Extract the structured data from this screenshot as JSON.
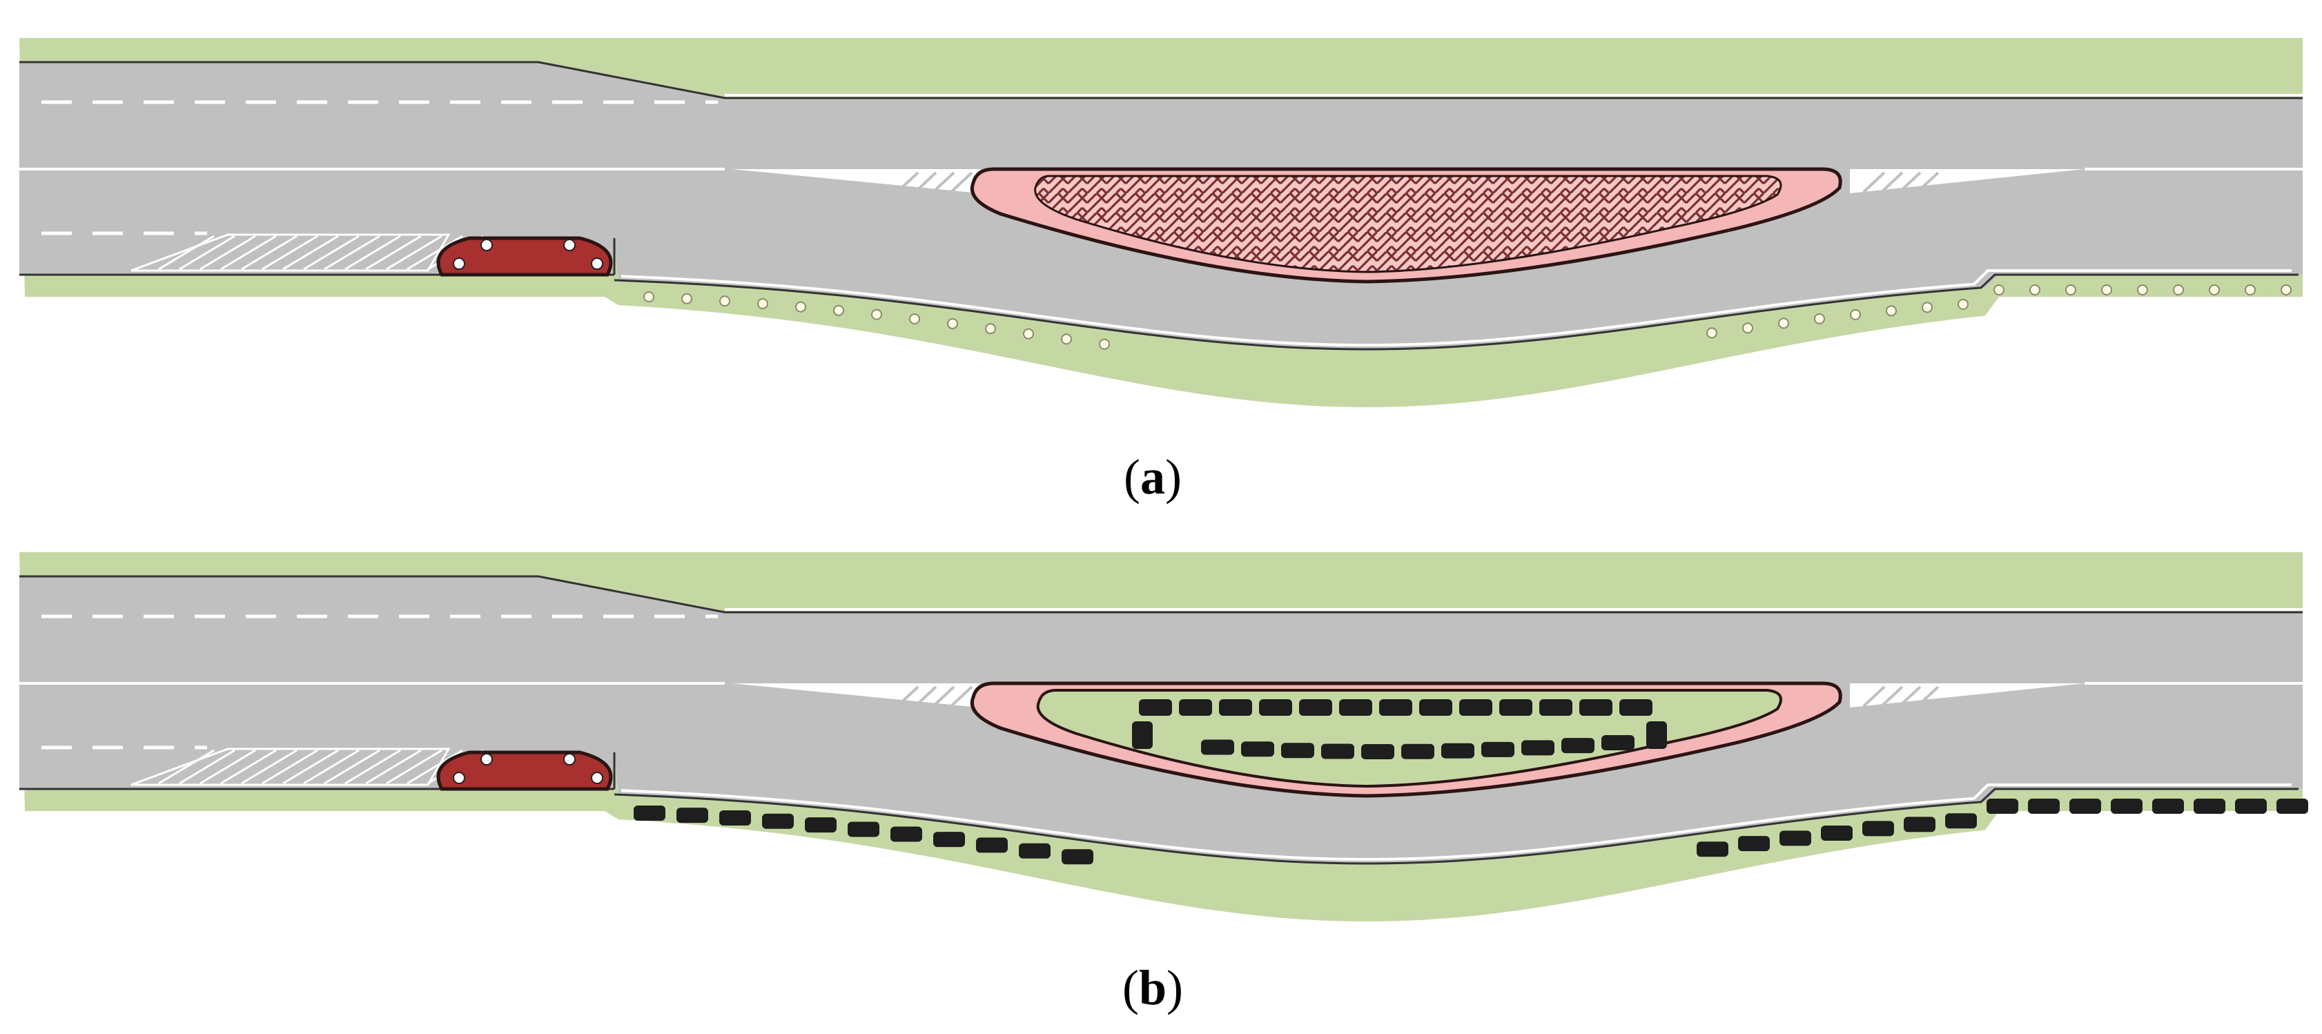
{
  "panels": [
    {
      "id": "a",
      "caption_open": "(",
      "caption_letter": "a",
      "caption_close": ")",
      "treatment": "hatched-island-and-reflector-posts"
    },
    {
      "id": "b",
      "caption_open": "(",
      "caption_letter": "b",
      "caption_close": ")",
      "treatment": "planted-island-and-shrub-rows"
    }
  ],
  "colors": {
    "grass": "#c5d8a4",
    "asphalt": "#c0c0c0",
    "edge_line": "#ffffff",
    "island_fill": "#f4b6b6",
    "island_outline": "#2b1414",
    "island_pattern": "#7a3030",
    "bulb_fill": "#a8302e",
    "post_fill": "#fffbe6",
    "shrub": "#1e1e1e"
  }
}
